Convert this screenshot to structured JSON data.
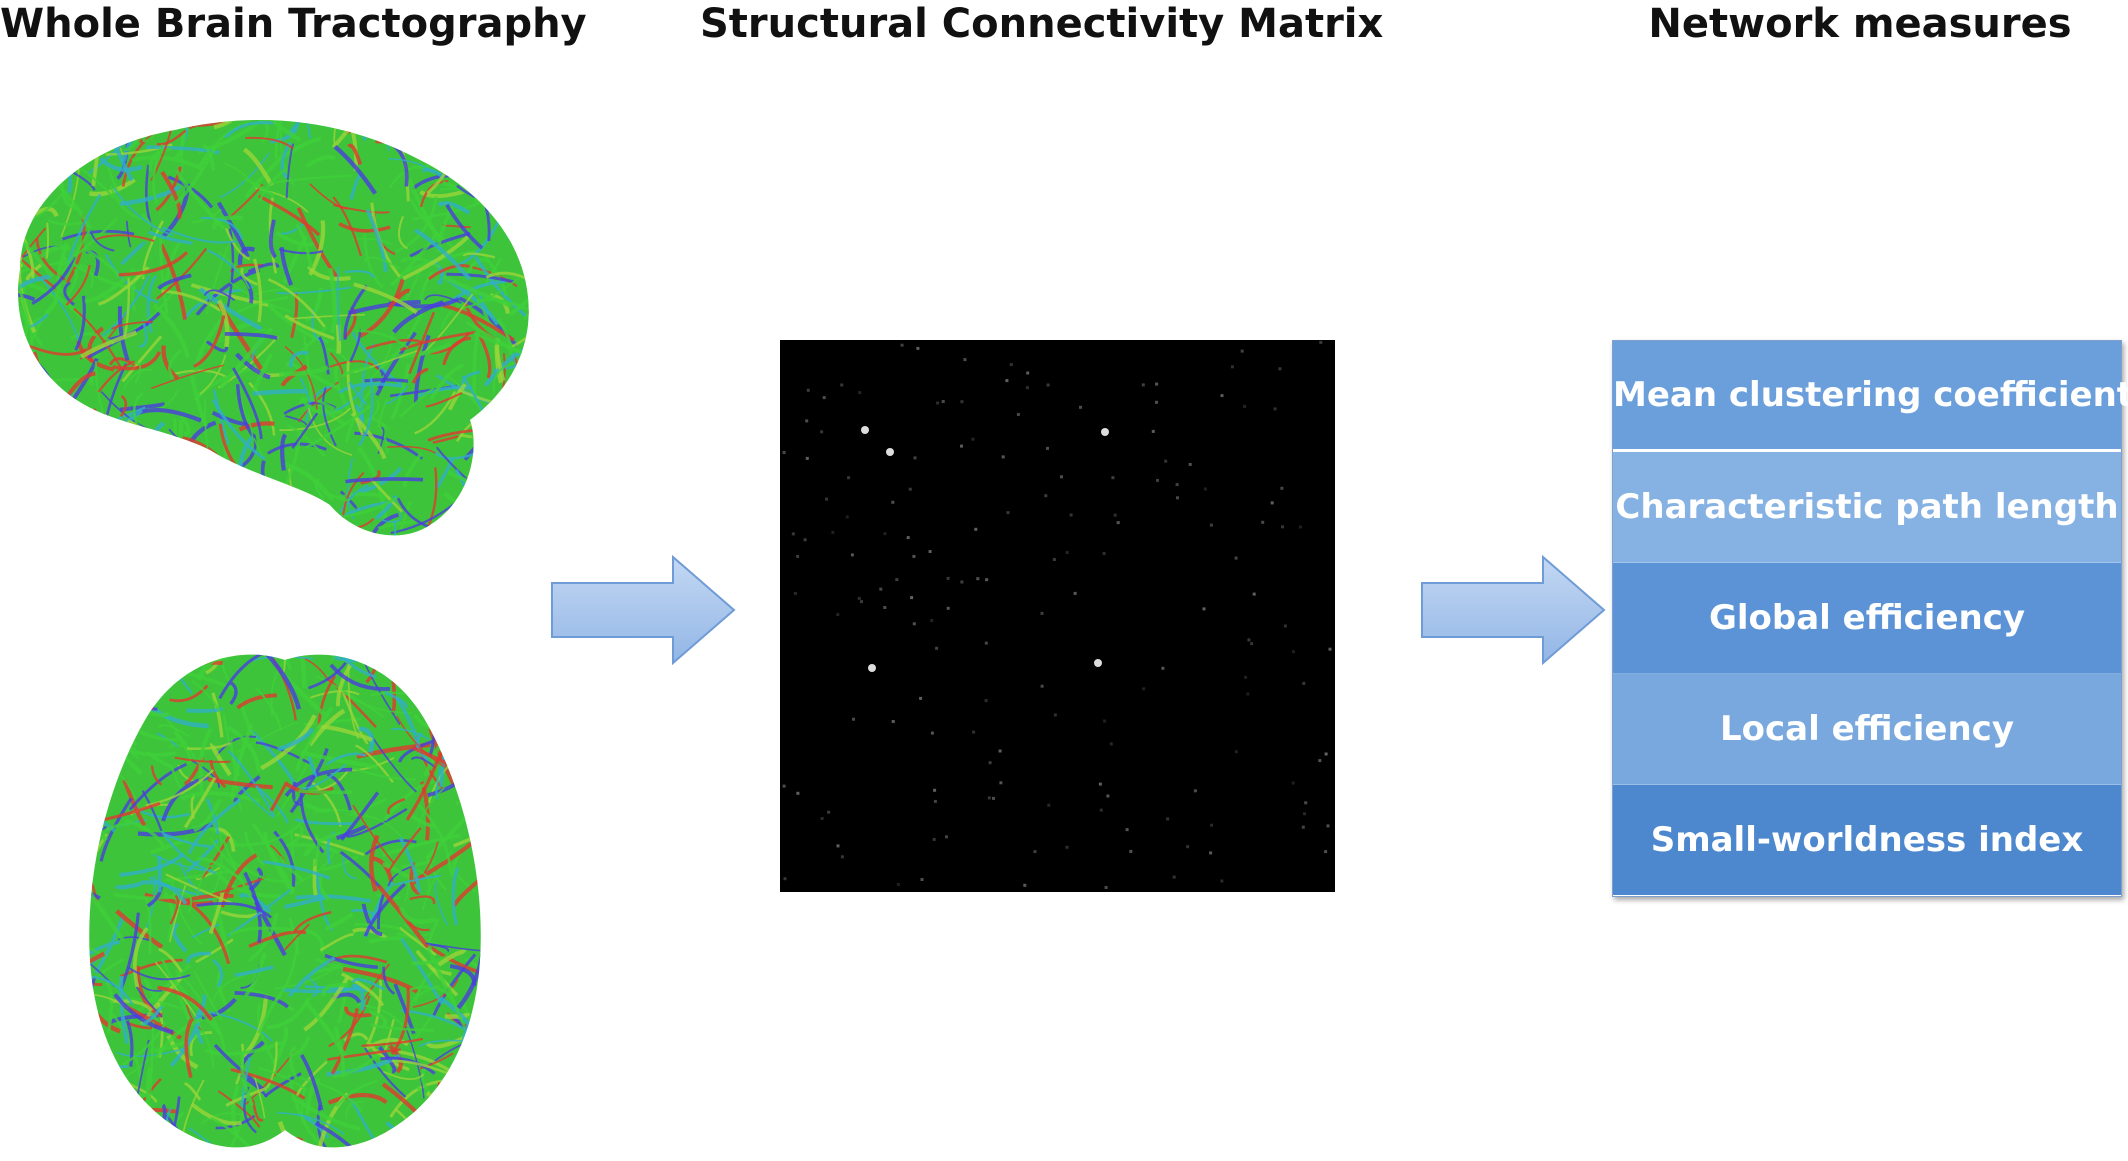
{
  "columns": {
    "tractography_title": "Whole Brain Tractography",
    "matrix_title": "Structural Connectivity Matrix",
    "network_title": "Network measures"
  },
  "network_measures": [
    "Mean clustering coefficient",
    "Characteristic path length",
    "Global efficiency",
    "Local efficiency",
    "Small-worldness index"
  ],
  "colors": {
    "arrow_fill": "#a9c6ec",
    "arrow_stroke": "#5b8fd1",
    "matrix_background": "#000000",
    "fiber_red": "#e0392f",
    "fiber_green": "#3ed13a",
    "fiber_blue": "#4a3de0"
  },
  "icons": {
    "brain_sagittal": "brain-sagittal-tractography-icon",
    "brain_axial": "brain-axial-tractography-icon",
    "arrow": "right-arrow-icon"
  }
}
